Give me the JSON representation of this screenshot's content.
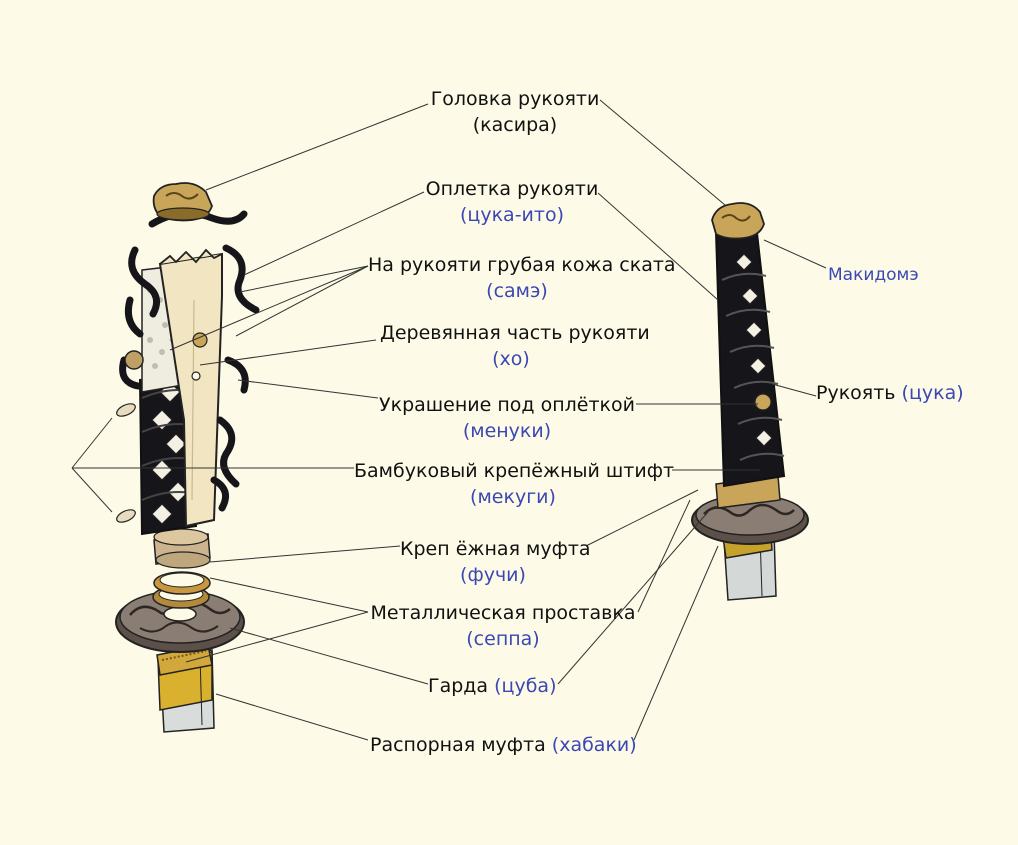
{
  "labels": {
    "kashira": {
      "ru": "Головка рукояти",
      "jp": "(касира)"
    },
    "tsuka_ito": {
      "ru": "Оплетка рукояти",
      "jp": "(цука-ито)"
    },
    "same": {
      "ru": "На рукояти грубая кожа ската",
      "jp": "(самэ)"
    },
    "ho": {
      "ru": "Деревянная часть рукояти",
      "jp": "(хо)"
    },
    "menuki": {
      "ru": "Украшение под оплёткой",
      "jp": "(менуки)"
    },
    "mekugi": {
      "ru": "Бамбуковый крепёжный штифт",
      "jp": "(мекуги)"
    },
    "fuchi": {
      "ru": "Креп ёжная муфта",
      "jp": "(фучи)"
    },
    "seppa": {
      "ru": "Металлическая проставка",
      "jp": "(сеппа)"
    },
    "tsuba": {
      "ru": "Гарда",
      "jp": "(цуба)"
    },
    "habaki": {
      "ru": "Распорная муфта",
      "jp": "(хабаки)"
    },
    "makidome": {
      "jp": "Макидомэ"
    },
    "tsuka": {
      "ru": "Рукоять",
      "jp": "(цука)"
    }
  },
  "colors": {
    "background": "#fdfbe7",
    "japanese_term": "#3b48b4",
    "wrap": "#16161a",
    "gold": "#c9a55a",
    "wood": "#f2e6c2",
    "blade": "#d4d8d6",
    "brass": "#c7a22a"
  }
}
